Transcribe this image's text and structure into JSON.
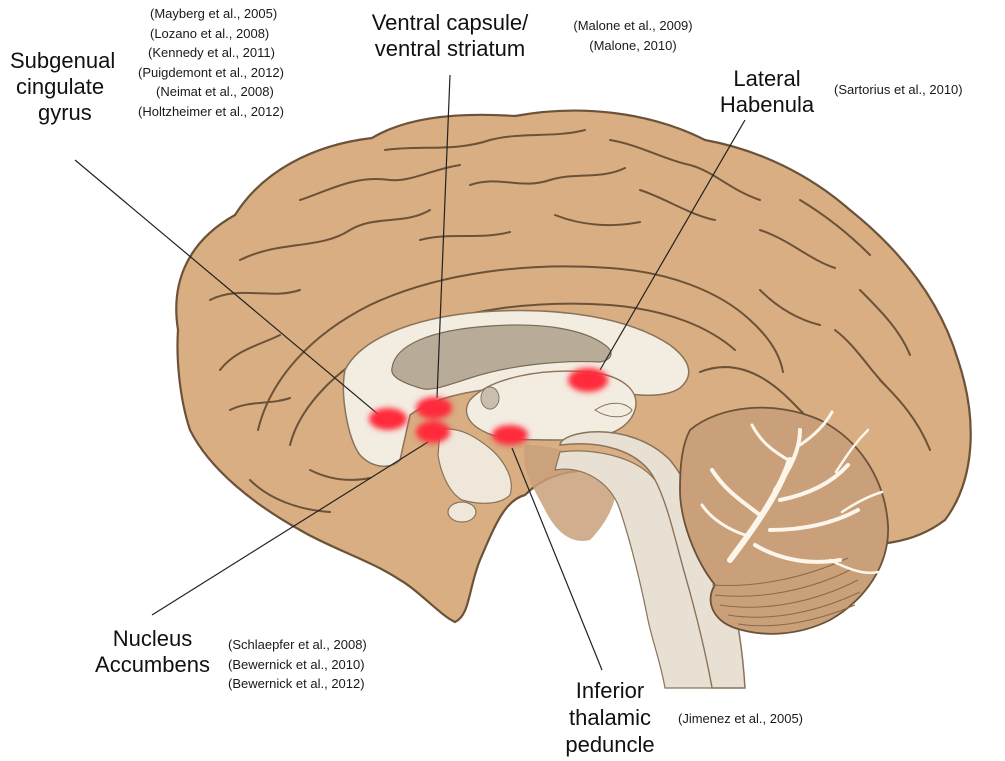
{
  "targets": [
    {
      "id": "sgc",
      "label_lines": [
        "Subgenual",
        "cingulate",
        "gyrus"
      ],
      "refs": [
        "(Mayberg et al., 2005)",
        "(Lozano et al., 2008)",
        "(Kennedy et al., 2011)",
        "(Puigdemont et al., 2012)",
        "(Neimat et al., 2008)",
        "(Holtzheimer et al., 2012)"
      ]
    },
    {
      "id": "vcvs",
      "label_lines": [
        "Ventral capsule/",
        "ventral striatum"
      ],
      "refs": [
        "(Malone et al., 2009)",
        "(Malone, 2010)"
      ]
    },
    {
      "id": "lhb",
      "label_lines": [
        "Lateral",
        "Habenula"
      ],
      "refs": [
        "(Sartorius et al., 2010)"
      ]
    },
    {
      "id": "nacc",
      "label_lines": [
        "Nucleus",
        "Accumbens"
      ],
      "refs": [
        "(Schlaepfer et al., 2008)",
        "(Bewernick et al., 2010)",
        "(Bewernick et al., 2012)"
      ]
    },
    {
      "id": "itp",
      "label_lines": [
        "Inferior",
        "thalamic",
        "peduncle"
      ],
      "refs": [
        "(Jimenez et al., 2005)"
      ]
    }
  ],
  "colors": {
    "brain": "#d8ae82",
    "brain_outline": "#6b5238",
    "white_matter": "#f3ece1",
    "ventricle": "#b8ab98",
    "brainstem": "#e8e0d2",
    "cerebellum": "#c9a07a",
    "arbor": "#fbf5ea",
    "stimulation_site": "#ff2a3a"
  }
}
